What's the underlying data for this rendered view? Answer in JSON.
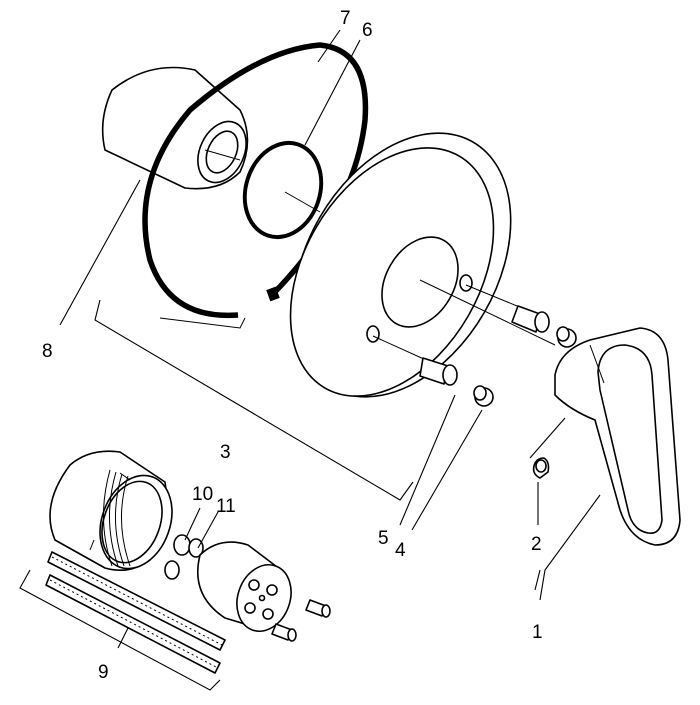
{
  "diagram": {
    "callouts": [
      {
        "id": "1",
        "label": "1"
      },
      {
        "id": "2",
        "label": "2"
      },
      {
        "id": "3",
        "label": "3"
      },
      {
        "id": "4",
        "label": "4"
      },
      {
        "id": "5",
        "label": "5"
      },
      {
        "id": "6",
        "label": "6"
      },
      {
        "id": "7",
        "label": "7"
      },
      {
        "id": "8",
        "label": "8"
      },
      {
        "id": "9",
        "label": "9"
      },
      {
        "id": "10",
        "label": "10"
      },
      {
        "id": "11",
        "label": "11"
      }
    ],
    "parts": [
      "sleeve",
      "split-ring",
      "o-ring",
      "cover-plate",
      "screw",
      "screw-cap",
      "lever-handle",
      "handle-grub-screw",
      "cartridge-housing",
      "cartridge",
      "threaded-rods"
    ]
  }
}
